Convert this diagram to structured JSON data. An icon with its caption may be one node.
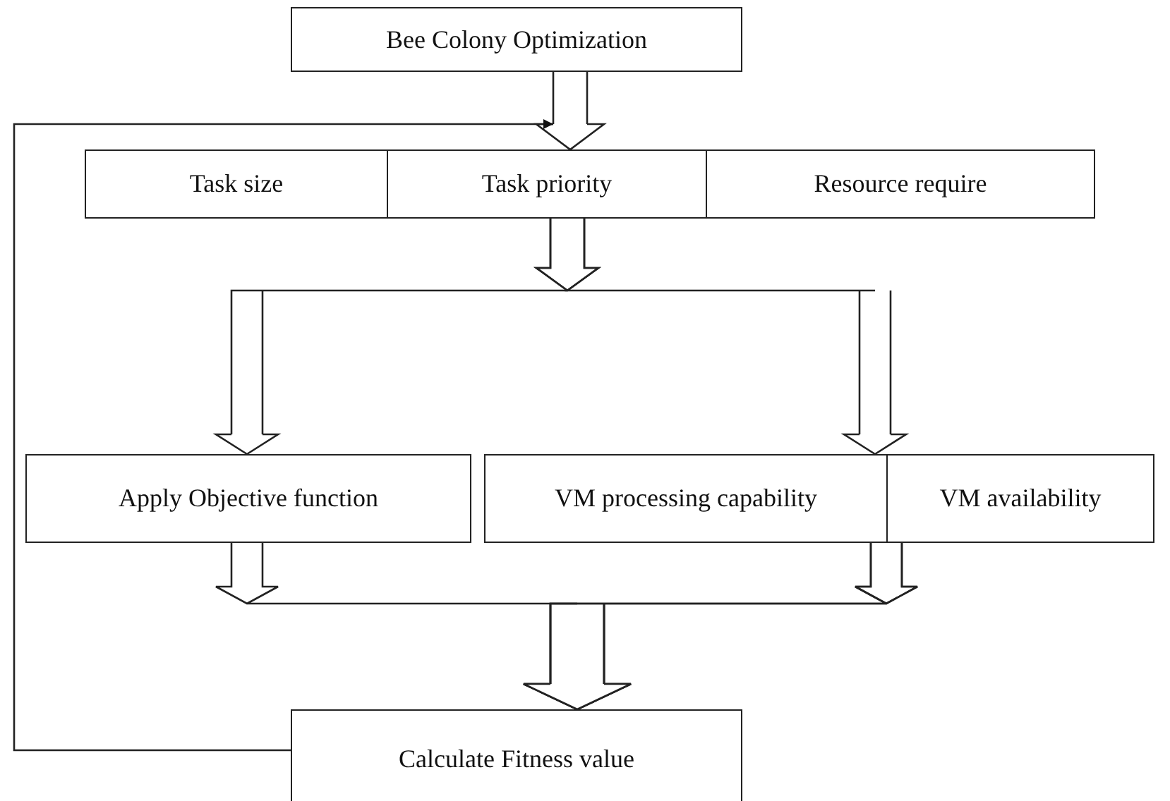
{
  "diagram": {
    "nodes": [
      {
        "text": [
          "Bee Colony Optimization"
        ]
      },
      {
        "text": [
          "Task size"
        ]
      },
      {
        "text": [
          "Task priority"
        ]
      },
      {
        "text": [
          "Resource require"
        ]
      },
      {
        "text": [
          "Apply Objective function"
        ]
      },
      {
        "text": [
          "VM processing capability"
        ]
      },
      {
        "text": [
          "VM availability"
        ]
      },
      {
        "text": [
          "Calculate Fitness value"
        ]
      }
    ],
    "edges": [
      {
        "from": 0,
        "to": 2,
        "arrow": "to"
      },
      {
        "from": 2,
        "to": 4,
        "arrow": "to"
      },
      {
        "from": 2,
        "to": 5,
        "arrow": "to"
      },
      {
        "from": 4,
        "to": 7,
        "arrow": "to"
      },
      {
        "from": 5,
        "to": 7,
        "arrow": "to"
      },
      {
        "from": 6,
        "to": 7,
        "arrow": "to"
      },
      {
        "from": 7,
        "to": 2,
        "arrow": "to"
      }
    ]
  }
}
